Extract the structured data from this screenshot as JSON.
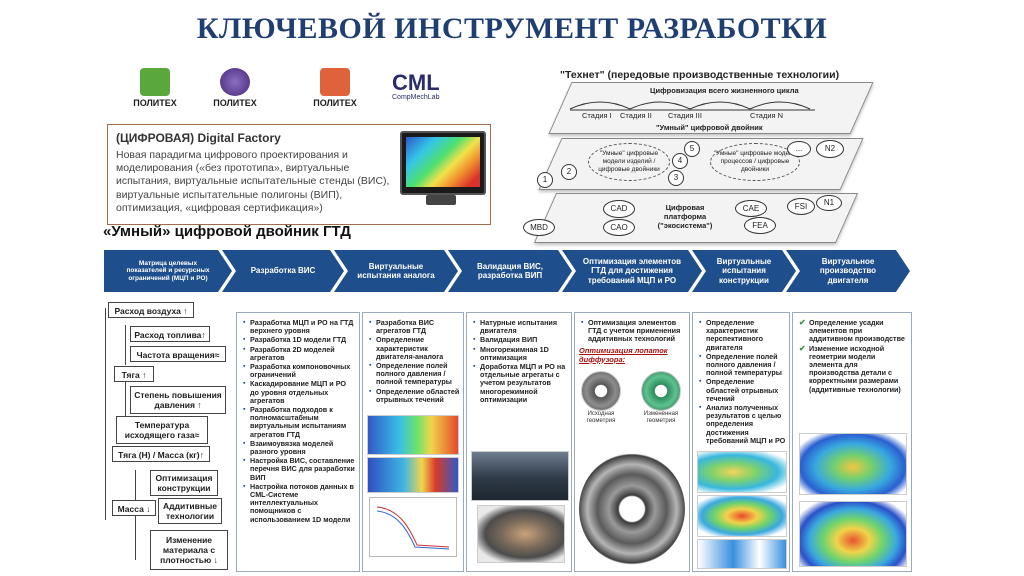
{
  "title": "КЛЮЧЕВОЙ ИНСТРУМЕНТ РАЗРАБОТКИ",
  "logos": [
    {
      "name": "ПОЛИТЕХ",
      "color": "#5aa83b"
    },
    {
      "name": "ПОЛИТЕХ",
      "color": "#5b3c8e"
    },
    {
      "name": "ПОЛИТЕХ",
      "color": "#e0623a"
    }
  ],
  "cml": {
    "name": "CML",
    "sub": "CompMechLab"
  },
  "digital_factory": {
    "title": "(ЦИФРОВАЯ) Digital Factory",
    "text": "Новая парадигма цифрового проектирования и моделирования («без прототипа», виртуальные испытания, виртуальные испытательные стенды (ВИС), виртуальные испытательные полигоны (ВИП), оптимизация, «цифровая сертификация»)"
  },
  "twin_title": "«Умный» цифровой двойник ГТД",
  "technet": {
    "title": "\"Технет\" (передовые производственные технологии)",
    "lifecycle": "Цифровизация всего жизненного цикла",
    "stages": [
      "Стадия I",
      "Стадия II",
      "Стадия III",
      "Стадия N"
    ],
    "smart_twin": "\"Умный\" цифровой двойник",
    "oval_left": "\"Умные\" цифровые модели изделий / цифровые двойники",
    "oval_right": "\"Умные\" цифровые модели процессов / цифровые двойники",
    "numbers": [
      "1",
      "2",
      "3",
      "4",
      "5"
    ],
    "n_labels": [
      "N2",
      "N1"
    ],
    "dots": "...",
    "tools": [
      "CAD",
      "MBD",
      "CAO",
      "CAE",
      "FEA",
      "FSI"
    ],
    "platform": "Цифровая платформа (\"экосистема\")"
  },
  "headers": [
    "Матрица целевых показателей и ресурсных ограничений (МЦП и РО)",
    "Разработка ВИС",
    "Виртуальные испытания аналога",
    "Валидация ВИС, разработка ВИП",
    "Оптимизация элементов ГТД для достижения требований МЦП и РО",
    "Виртуальные испытания конструкции",
    "Виртуальное производство двигателя"
  ],
  "params": {
    "air": "Расход воздуха ↑",
    "fuel": "Расход топлива↑",
    "rpm": "Частота вращения≈",
    "thrust": "Тяга ↑",
    "pressure": "Степень повышения давления ↑",
    "temp": "Температура исходящего газа≈",
    "ratio": "Тяга (Н) / Масса (кг)↑",
    "mass": "Масса ↓",
    "opt": "Оптимизация конструкции",
    "additive": "Аддитивные технологии",
    "material": "Изменение материала с плотностью ↓"
  },
  "columns": {
    "c1": [
      "Разработка МЦП и РО на ГТД верхнего уровня",
      "Разработка 1D модели ГТД",
      "Разработка 2D моделей агрегатов",
      "Разработка компоновочных ограничений",
      "Каскадирование МЦП и РО до уровня отдельных агрегатов",
      "Разработка подходов к полномасштабным виртуальным испытаниям агрегатов ГТД",
      "Взаимоувязка моделей разного уровня",
      "Настройка ВИС, составление перечня ВИС для разработки ВИП",
      "Настройка потоков данных в CML-Системе интеллектуальных помощников с использованием 1D модели"
    ],
    "c2": [
      "Разработка ВИС агрегатов ГТД",
      "Определение характеристик двигателя-аналога",
      "Определение полей полного давления / полной температуры",
      "Определение областей отрывных течений"
    ],
    "c3": [
      "Натурные испытания двигателя",
      "Валидация ВИП",
      "Многорежимная 1D оптимизация",
      "Доработка МЦП и РО на отдельные агрегаты с учетом результатов многорежимной оптимизации"
    ],
    "c4": [
      "Оптимизация элементов ГТД с учетом применения аддитивных технологий"
    ],
    "c4_red": "Оптимизация лопаток диффузора:",
    "c4_caps": [
      "Исходная геометрия",
      "Измененная геометрия"
    ],
    "c5": [
      "Определение характеристик перспективного двигателя",
      "Определение полей полного давления / полной температуры",
      "Определение областей отрывных течений",
      "Анализ полученных результатов с целью определения достижения требований МЦП и РО"
    ],
    "c6": [
      "Определение усадки элементов при аддитивном производстве",
      "Изменение исходной геометрии модели элемента для производства детали с корректными размерами (аддитивные технологии)"
    ]
  },
  "colors": {
    "navy": "#1f4e8c",
    "title": "#1f3f73",
    "box_border": "#a36a4f"
  }
}
